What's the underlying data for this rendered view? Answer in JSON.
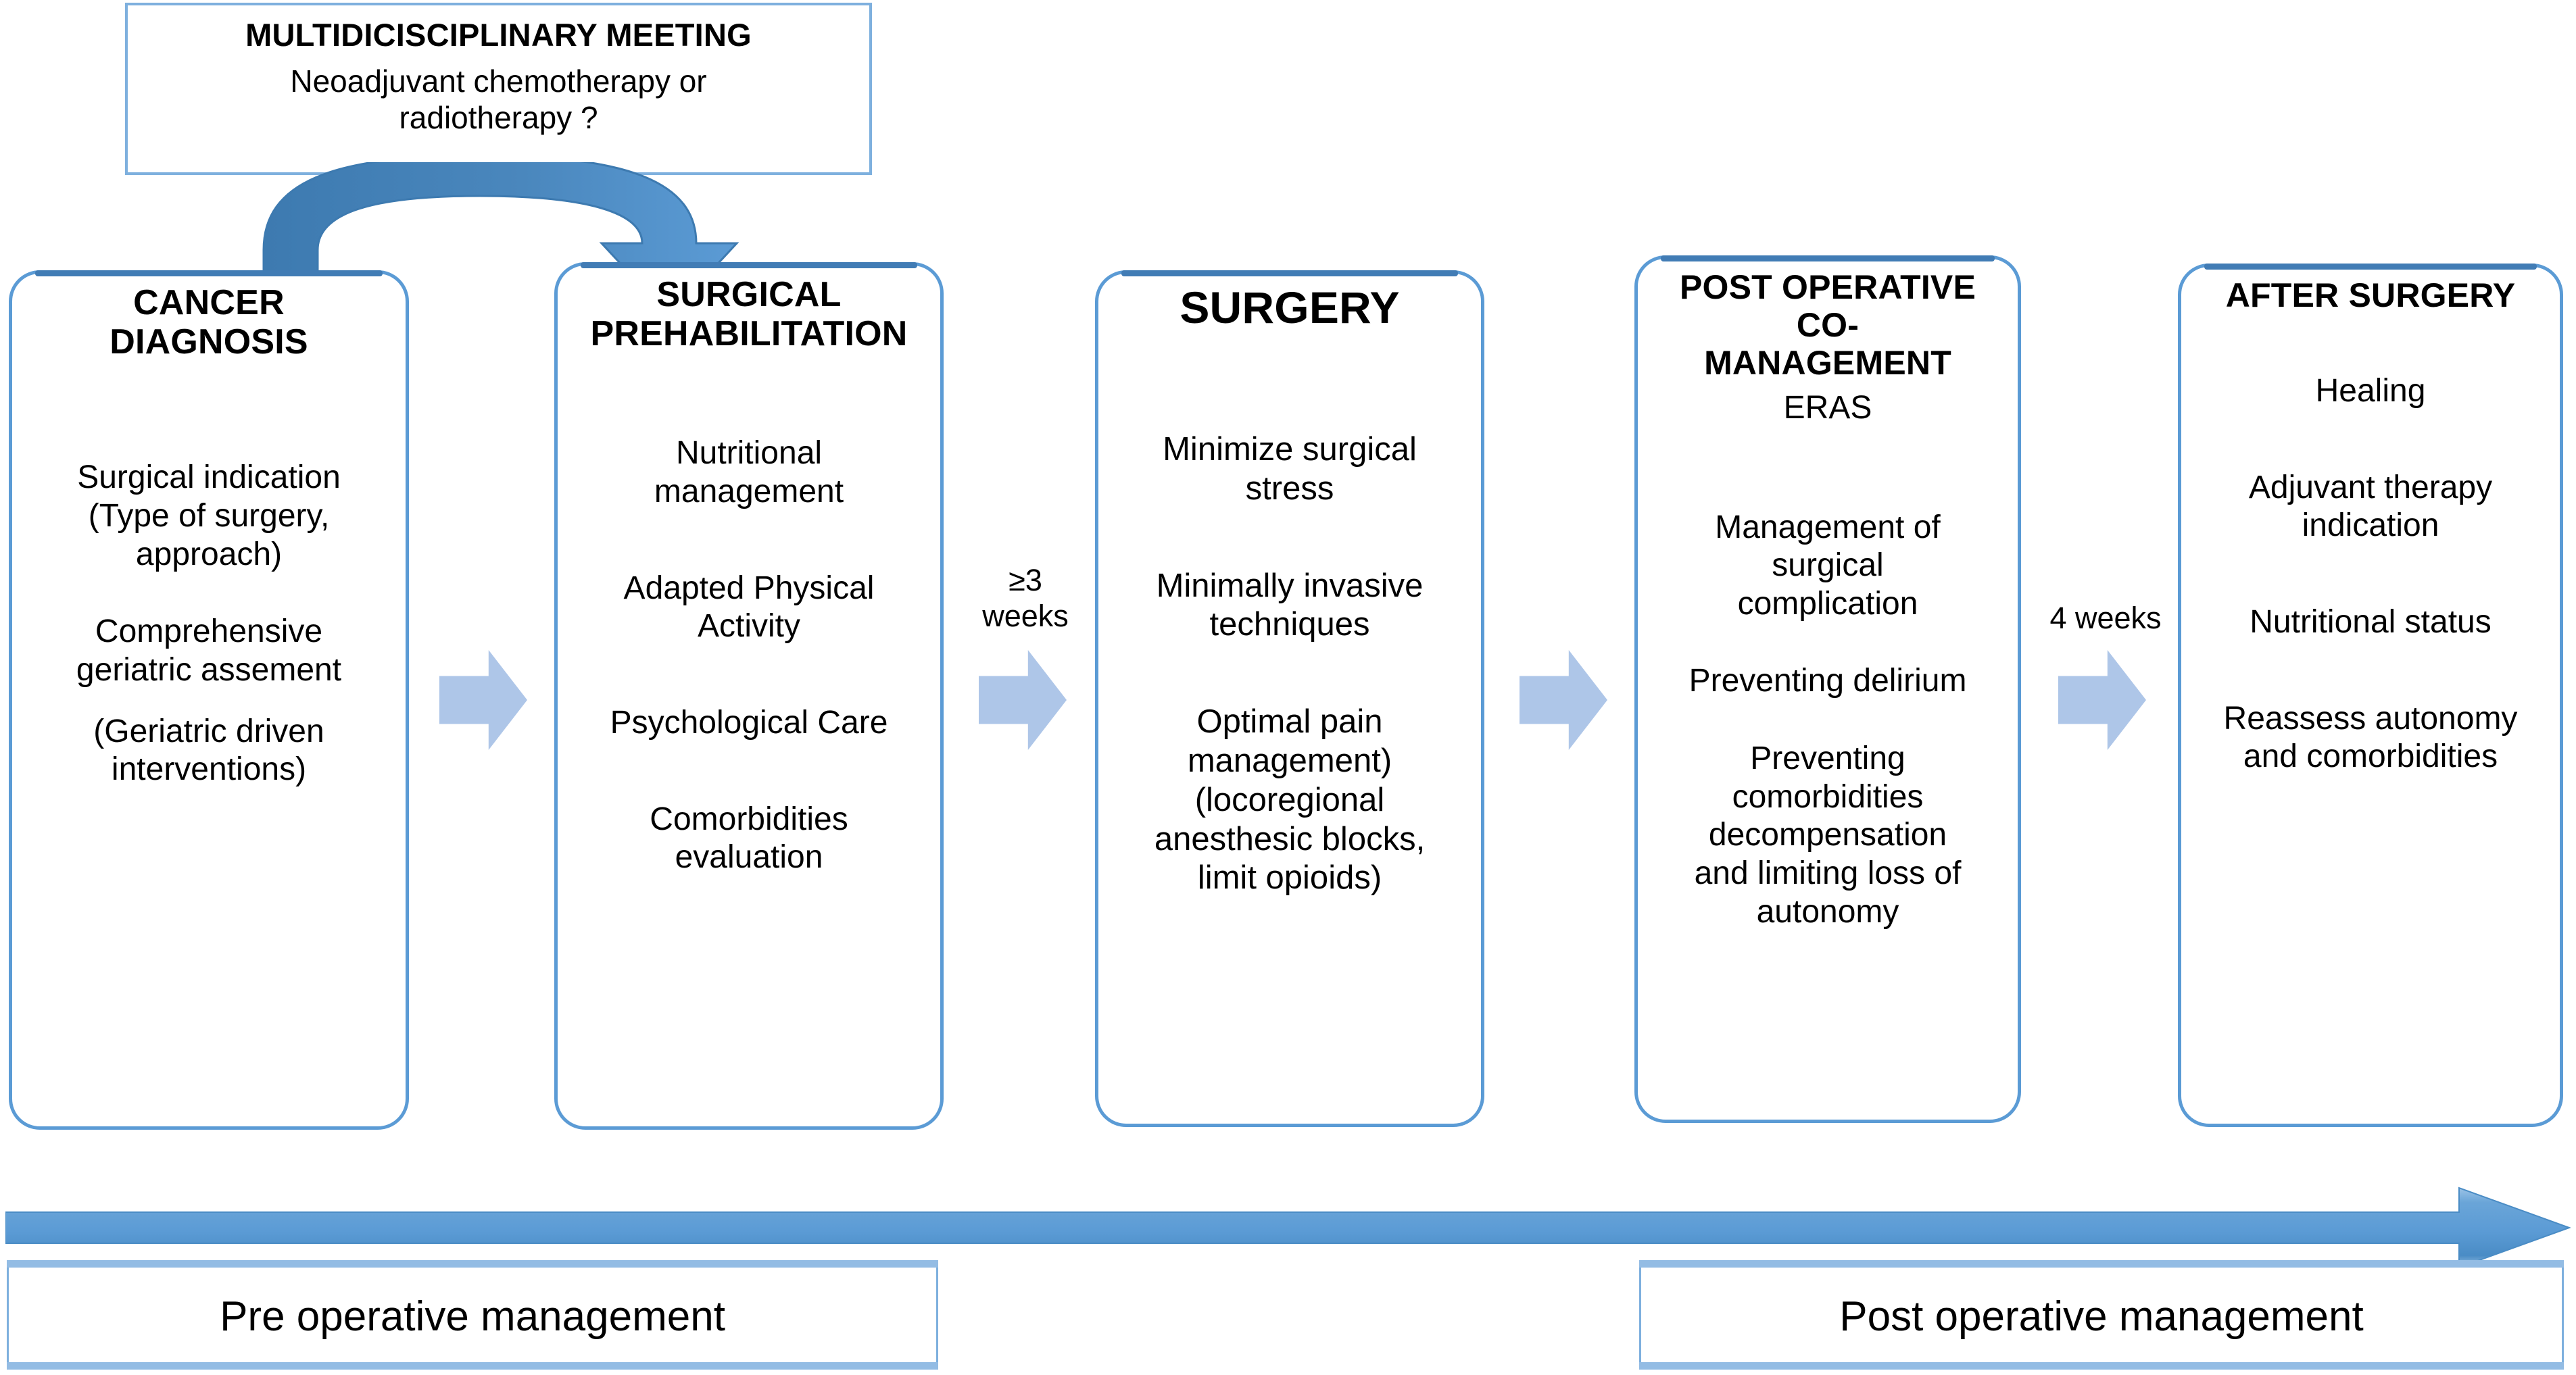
{
  "meeting": {
    "title": "MULTIDICISCIPLINARY MEETING",
    "subtitle_line1": "Neoadjuvant chemotherapy or",
    "subtitle_line2": "radiotherapy ?"
  },
  "stages": [
    {
      "id": "diagnosis",
      "title_line1": "CANCER",
      "title_line2": "DIAGNOSIS",
      "items": [
        "Surgical indication",
        "(Type of surgery,",
        "approach)",
        "Comprehensive",
        "geriatric assement",
        "(Geriatric driven",
        "interventions)"
      ]
    },
    {
      "id": "prehab",
      "title_line1": "SURGICAL",
      "title_line2": "PREHABILITATION",
      "items": [
        "Nutritional",
        "management",
        "Adapted Physical",
        "Activity",
        "Psychological Care",
        "Comorbidities",
        "evaluation"
      ]
    },
    {
      "id": "surgery",
      "title_line1": "SURGERY",
      "title_line2": "",
      "items": [
        "Minimize surgical",
        "stress",
        "Minimally invasive",
        "techniques",
        "Optimal pain",
        "management)",
        "(locoregional",
        "anesthesic blocks,",
        "limit opioids)"
      ]
    },
    {
      "id": "postop",
      "title_line1": "POST OPERATIVE",
      "title_line2": "CO-",
      "title_line3": "MANAGEMENT",
      "subtitle": "ERAS",
      "items": [
        "Management of",
        "surgical",
        "complication",
        "Preventing delirium",
        "Preventing",
        "comorbidities",
        "decompensation",
        "and limiting loss of",
        "autonomy"
      ]
    },
    {
      "id": "after",
      "title_line1": "AFTER SURGERY",
      "title_line2": "",
      "items": [
        "Healing",
        "Adjuvant therapy",
        "indication",
        "Nutritional status",
        "Reassess autonomy",
        "and comorbidities"
      ]
    }
  ],
  "gap_labels": {
    "between_prehab_and_surgery_line1": "≥3",
    "between_prehab_and_surgery_line2": "weeks",
    "between_postop_and_after": "4 weeks"
  },
  "footer": {
    "pre_operative": "Pre operative management",
    "post_operative": "Post operative management"
  },
  "colors": {
    "box_border": "#5b9bd5",
    "box_border_dark": "#417cb5",
    "block_arrow": "#aec6e8",
    "curved_arrow": "#4a87bd",
    "timeline_arrow": "#5b9bd5",
    "footer_border": "#7eb0de",
    "footer_accent": "#93bce4",
    "background": "#ffffff",
    "text": "#000000"
  }
}
